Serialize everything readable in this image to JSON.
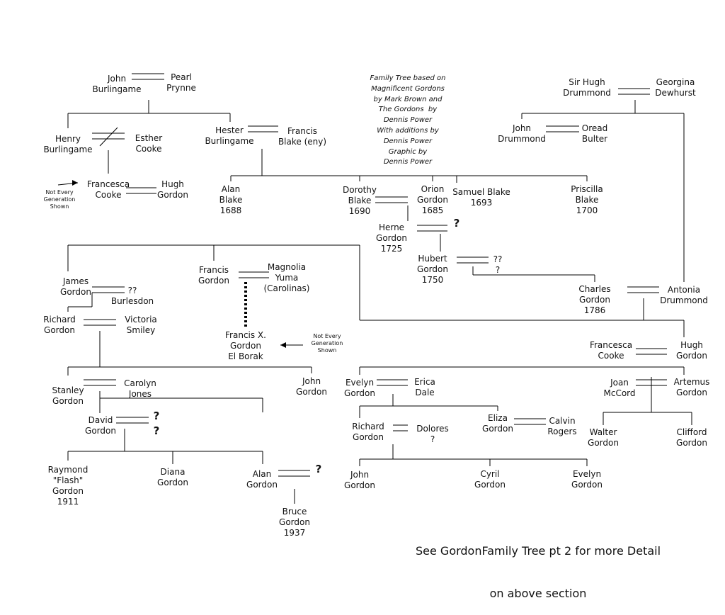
{
  "people": {
    "john_burlingame": [
      "John",
      "Burlingame"
    ],
    "pearl_prynne": [
      "Pearl",
      "Prynne"
    ],
    "henry_burlingame": [
      "Henry",
      "Burlingame"
    ],
    "esther_cooke": [
      "Esther",
      "Cooke"
    ],
    "hester_burlingame": [
      "Hester",
      "Burlingame"
    ],
    "francis_blake": [
      "Francis",
      "Blake (eny)"
    ],
    "francesca_cooke_1": [
      "Francesca",
      "Cooke"
    ],
    "hugh_gordon_1": [
      "Hugh",
      "Gordon"
    ],
    "alan_blake": [
      "Alan",
      "Blake",
      "1688"
    ],
    "dorothy_blake": [
      "Dorothy",
      "Blake",
      "1690"
    ],
    "orion_gordon": [
      "Orion",
      "Gordon",
      "1685"
    ],
    "samuel_blake": [
      "Samuel Blake",
      "1693"
    ],
    "priscilla_blake": [
      "Priscilla",
      "Blake",
      "1700"
    ],
    "sir_hugh_drummond": [
      "Sir Hugh",
      "Drummond"
    ],
    "georgina_dewhurst": [
      "Georgina",
      "Dewhurst"
    ],
    "john_drummond": [
      "John",
      "Drummond"
    ],
    "oread_bulter": [
      "Oread",
      "Bulter"
    ],
    "herne_gordon": [
      "Herne",
      "Gordon",
      "1725"
    ],
    "hubert_gordon": [
      "Hubert",
      "Gordon",
      "1750"
    ],
    "hubert_spouse": [
      "??",
      "?"
    ],
    "francis_gordon": [
      "Francis",
      "Gordon"
    ],
    "magnolia_yuma": [
      "Magnolia",
      "Yuma",
      "(Carolinas)"
    ],
    "james_gordon": [
      "James",
      "Gordon"
    ],
    "burlesdon": [
      "??",
      "Burlesdon"
    ],
    "richard_gordon_1": [
      "Richard",
      "Gordon"
    ],
    "victoria_smiley": [
      "Victoria",
      "Smiley"
    ],
    "charles_gordon": [
      "Charles",
      "Gordon",
      "1786"
    ],
    "antonia_drummond": [
      "Antonia",
      "Drummond"
    ],
    "francis_x_gordon": [
      "Francis X.",
      "Gordon",
      "El Borak"
    ],
    "francesca_cooke_2": [
      "Francesca",
      "Cooke"
    ],
    "hugh_gordon_2": [
      "Hugh",
      "Gordon"
    ],
    "stanley_gordon": [
      "Stanley",
      "Gordon"
    ],
    "carolyn_jones": [
      "Carolyn",
      "Jones"
    ],
    "john_gordon_1": [
      "John",
      "Gordon"
    ],
    "evelyn_gordon_1": [
      "Evelyn",
      "Gordon"
    ],
    "erica_dale": [
      "Erica",
      "Dale"
    ],
    "joan_mccord": [
      "Joan",
      "McCord"
    ],
    "artemus_gordon": [
      "Artemus",
      "Gordon"
    ],
    "david_gordon": [
      "David",
      "Gordon"
    ],
    "eliza_gordon": [
      "Eliza",
      "Gordon"
    ],
    "calvin_rogers": [
      "Calvin",
      "Rogers"
    ],
    "richard_gordon_2": [
      "Richard",
      "Gordon"
    ],
    "dolores": [
      "Dolores",
      "?"
    ],
    "walter_gordon": [
      "Walter",
      "Gordon"
    ],
    "clifford_gordon": [
      "Clifford",
      "Gordon"
    ],
    "raymond_gordon": [
      "Raymond",
      "\"Flash\"",
      "Gordon",
      "1911"
    ],
    "diana_gordon": [
      "Diana",
      "Gordon"
    ],
    "alan_gordon": [
      "Alan",
      "Gordon"
    ],
    "john_gordon_2": [
      "John",
      "Gordon"
    ],
    "cyril_gordon": [
      "Cyril",
      "Gordon"
    ],
    "evelyn_gordon_2": [
      "Evelyn",
      "Gordon"
    ],
    "bruce_gordon": [
      "Bruce",
      "Gordon",
      "1937"
    ]
  },
  "unknown_marks": {
    "herne_spouse": "?",
    "david_spouse_1": "?",
    "david_spouse_2": "?",
    "alan_spouse": "?"
  },
  "notes": {
    "not_every_generation_left": [
      "Not Every",
      "Generation",
      "Shown"
    ],
    "not_every_generation_mid": [
      "Not Every",
      "Generation",
      "Shown"
    ]
  },
  "credit": [
    "Family Tree based on",
    "Magnificent Gordons",
    "by Mark Brown and",
    "The Gordons  by",
    "Dennis Power",
    "With additions by",
    "Dennis Power",
    "Graphic by",
    "Dennis Power"
  ],
  "footnote": [
    "See GordonFamily Tree pt 2 for more Detail",
    "on above section"
  ]
}
